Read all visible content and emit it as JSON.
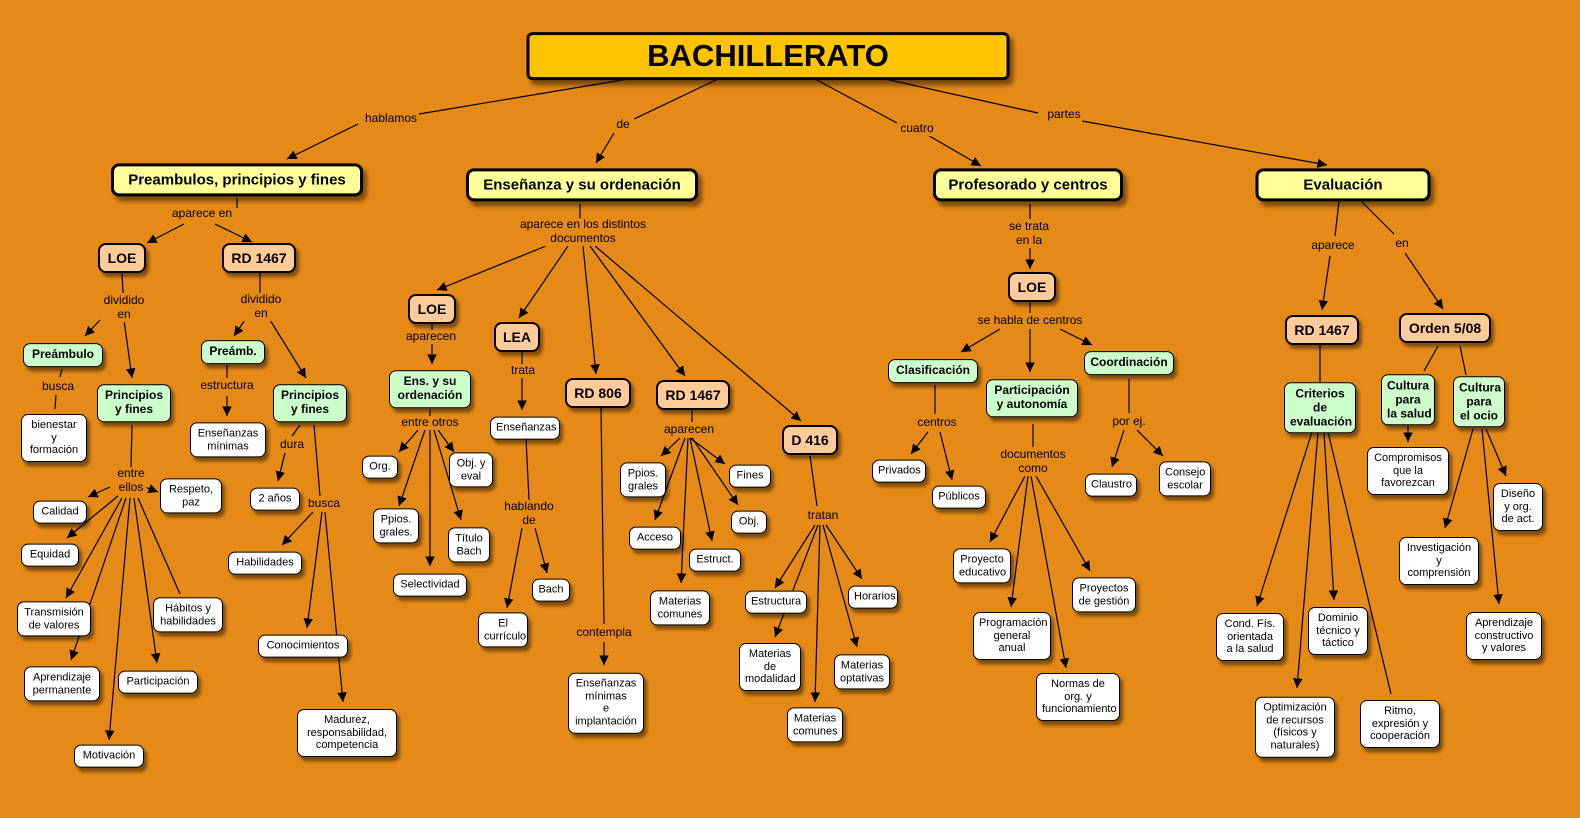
{
  "title": "BACHILLERATO",
  "links": {
    "hablamos": "hablamos",
    "de": "de",
    "cuatro": "cuatro",
    "partes": "partes",
    "aparece_en": "aparece en",
    "dividido_en_1": "dividido\nen",
    "dividido_en_2": "dividido\nen",
    "busca_1": "busca",
    "estructura": "estructura",
    "entre_ellos": "entre\nellos",
    "dura": "dura",
    "busca_2": "busca",
    "aparece_distintos": "aparece en los distintos\ndocumentos",
    "aparecen_1": "aparecen",
    "entre_otros": "entre otros",
    "trata": "trata",
    "hablando_de": "hablando\nde",
    "aparecen_2": "aparecen",
    "contempla": "contempla",
    "tratan": "tratan",
    "se_trata_en_la": "se trata\nen la",
    "se_habla_de_centros": "se habla de centros",
    "centros": "centros",
    "documentos_como": "documentos\ncomo",
    "por_ej": "por ej.",
    "aparece": "aparece",
    "en": "en"
  },
  "nodes": {
    "preambulos": "Preambulos, principios y fines",
    "ensenanza": "Enseñanza y su ordenación",
    "profesorado": "Profesorado y centros",
    "evaluacion": "Evaluación",
    "loe1": "LOE",
    "rd1467_1": "RD 1467",
    "preambulo": "Preámbulo",
    "principios1": "Principios\ny fines",
    "preamb": "Preámb.",
    "principios2": "Principios\ny fines",
    "bienestar": "bienestar\ny\nformación",
    "ens_minimas": "Enseñanzas\nmínimas",
    "dos_anos": "2 años",
    "calidad": "Calidad",
    "respeto": "Respeto,\npaz",
    "equidad": "Equidad",
    "transmision": "Transmisión\nde valores",
    "habitos": "Hábitos y\nhabilidades",
    "aprendizaje_perm": "Aprendizaje\npermanente",
    "participacion": "Participación",
    "motivacion": "Motivación",
    "habilidades": "Habilidades",
    "conocimientos": "Conocimientos",
    "madurez": "Madurez,\nresponsabilidad,\ncompetencia",
    "loe2": "LOE",
    "lea": "LEA",
    "rd806": "RD 806",
    "rd1467_2": "RD 1467",
    "d416": "D 416",
    "ens_ordenacion": "Ens. y su\nordenación",
    "org": "Org.",
    "obj_eval": "Obj. y\neval",
    "ppios_grales_1": "Ppios.\ngrales.",
    "titulo_bach": "Título\nBach",
    "selectividad": "Selectividad",
    "ensenanzas": "Enseñanzas",
    "bach": "Bach",
    "el_curriculo": "El\ncurrículo",
    "ens_min_impl": "Enseñanzas\nmínimas\ne\nimplantación",
    "ppios_grales_2": "Ppios.\ngrales",
    "fines": "Fines",
    "obj": "Obj.",
    "acceso": "Acceso",
    "estruct": "Estruct.",
    "materias_comunes_1": "Materias\ncomunes",
    "estructura": "Estructura",
    "horarios": "Horarios",
    "materias_modalidad": "Materias\nde\nmodalidad",
    "materias_optativas": "Materias\noptativas",
    "materias_comunes_2": "Materias\ncomunes",
    "loe3": "LOE",
    "clasificacion": "Clasificación",
    "participacion_aut": "Participación\ny autonomía",
    "coordinacion": "Coordinación",
    "privados": "Privados",
    "publicos": "Públicos",
    "proyecto_educativo": "Proyecto\neducativo",
    "programacion": "Programación\ngeneral\nanual",
    "normas": "Normas de\norg. y\nfuncionamiento",
    "proyectos_gestion": "Proyectos\nde gestión",
    "claustro": "Claustro",
    "consejo": "Consejo\nescolar",
    "rd1467_3": "RD 1467",
    "orden508": "Orden 5/08",
    "criterios": "Criterios\nde\nevaluación",
    "cultura_salud": "Cultura\npara\nla salud",
    "cultura_ocio": "Cultura\npara\nel ocio",
    "compromisos": "Compromisos\nque la\nfavorezcan",
    "diseno": "Diseño\ny org.\nde act.",
    "investigacion": "Investigación\ny\ncomprensión",
    "aprendizaje_const": "Aprendizaje\nconstructivo\ny valores",
    "cond_fis": "Cond. Fís.\norientada\na la salud",
    "dominio": "Dominio\ntécnico y\ntáctico",
    "optimizacion": "Optimización\nde recursos\n(físicos y\nnaturales)",
    "ritmo": "Ritmo,\nexpresión y\ncooperación"
  },
  "colors": {
    "background": "#e58a17",
    "title_fill": "#ffc400",
    "level1_fill": "#ffff99",
    "doc_fill": "#ffcc99",
    "concept_fill": "#ccffcc",
    "leaf_fill": "#ffffff"
  }
}
